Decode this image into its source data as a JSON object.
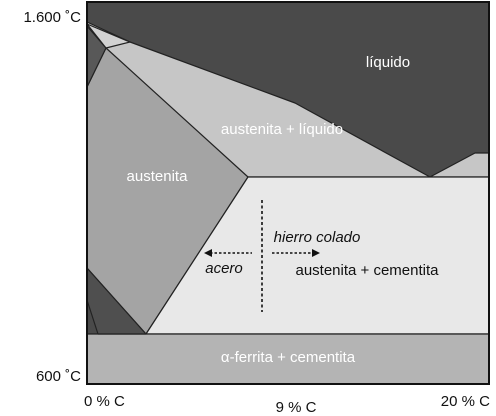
{
  "axes": {
    "y_top": "1.600 ˚C",
    "y_bottom": "600 ˚C",
    "x_left": "0 % C",
    "x_mid": "9 % C",
    "x_right": "20 % C"
  },
  "regions": {
    "liquid": "líquido",
    "austenite_liquid": "austenita + líquido",
    "austenite": "austenita",
    "austenite_cementite": "austenita + cementita",
    "ferrite_cementite": "α-ferrita + cementita"
  },
  "annotations": {
    "cast_iron": "hierro colado",
    "steel": "acero"
  },
  "colors": {
    "liquid": "#4a4a4a",
    "austenite_liquid": "#c6c6c6",
    "austenite": "#a4a4a4",
    "austenite_cementite": "#e8e8e8",
    "ferrite_cementite": "#b4b4b4",
    "dark_phase": "#585858",
    "light_phase": "#d2d2d2",
    "light_text": "#ffffff",
    "dark_text": "#111111"
  }
}
